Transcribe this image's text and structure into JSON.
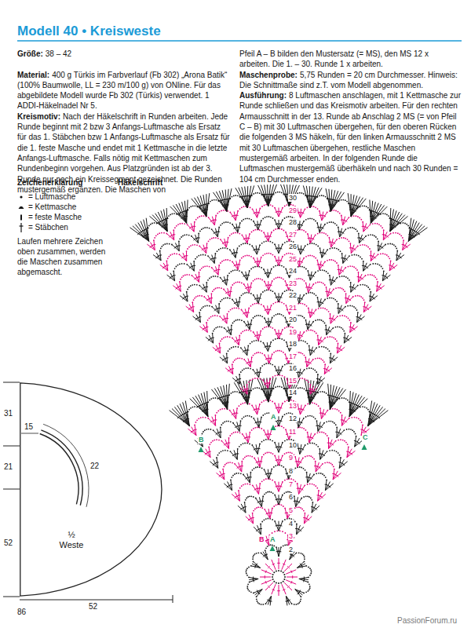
{
  "diagram": {
    "title": "Modell 40 • Kreisweste",
    "nodes": [
      {
        "text": [
          "½ Weste"
        ]
      }
    ],
    "labels": [
      "Größe:",
      "38 – 42",
      "Material:",
      "400 g Türkis im Farbverlauf (Fb 302) „Arona Batik“ (100% Baumwolle, LL = 230 m/100 g) von ONline. Für das abgebildete Modell wurde Fb 302 (Türkis) verwendet. 1 ADDI-Häkelnadel Nr 5.",
      "Kreismotiv:",
      "Nach der Häkelschrift in Runden arbeiten. Jede Runde beginnt mit 2 bzw 3 Anfangs-Luftmasche als Ersatz für das 1. Stäbchen bzw 1 Anfangs-Luftmasche als Ersatz für die 1. feste Masche und endet mit 1 Kettmasche in die letzte Anfangs-Luftmasche. Falls nötig mit Kettmaschen zum Rundenbeginn vorgehen. Aus Platzgründen ist ab der 3. Runde nur noch ein Kreissegment gezeichnet. Die Runden mustergemäß ergänzen. Die Maschen von",
      "Pfeil A – B bilden den Mustersatz (= MS), den MS 12 x arbeiten. Die 1. – 30. Runde 1 x arbeiten.",
      "Maschenprobe:",
      "5,75 Runden = 20 cm Durchmesser. Hinweis: Die Schnittmaße sind z.T. vom Modell abgenommen.",
      "Ausführung:",
      "8 Luftmaschen anschlagen, mit 1 Kettmasche zur Runde schließen und das Kreismotiv arbeiten. Für den rechten Armausschnitt in der 13. Runde ab Anschlag 2 MS (= von Pfeil C – B) mit 30 Luftmaschen übergehen, für den oberen Rücken die folgenden 3 MS häkeln, für den linken Armausschnitt 2 MS mit 30 Luftmaschen übergehen, restliche Maschen mustergemäß arbeiten. In der folgenden Runde die Luftmaschen mustergemäß überhäkeln und nach 30 Runden = 104 cm Durchmesser enden.",
      "Zeichenerklärung",
      "Häkelschrift",
      "Laufen mehrere Zeichen oben zusammen, werden die Maschen zusammen abgemascht.",
      "2",
      "3",
      "4",
      "5",
      "6",
      "7",
      "8",
      "9",
      "10",
      "11",
      "12",
      "13",
      "14",
      "15",
      "16",
      "17",
      "18",
      "19",
      "20",
      "21",
      "22",
      "23",
      "24",
      "25",
      "26",
      "27",
      "28",
      "29",
      "30",
      "A",
      "B",
      "C",
      "B",
      "A",
      "31",
      "21",
      "52",
      "15",
      "22",
      "52",
      "86",
      "PassionForum.ru"
    ],
    "legend": [
      {
        "text": "= Luftmasche"
      },
      {
        "text": "= Kettmasche"
      },
      {
        "text": "= feste Masche"
      },
      {
        "text": "= Stäbchen"
      }
    ]
  }
}
